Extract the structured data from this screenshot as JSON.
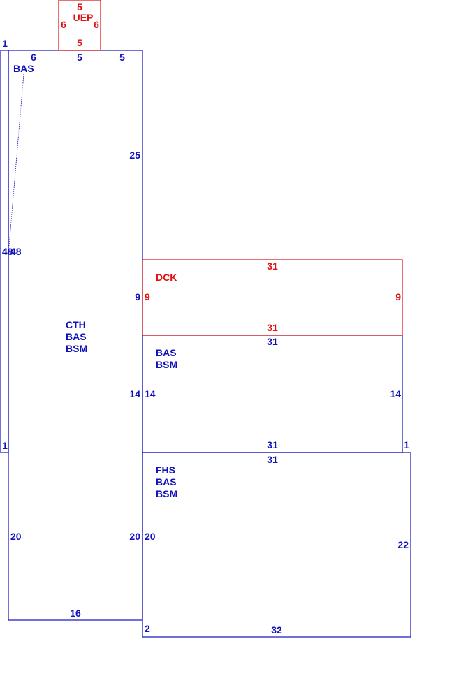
{
  "colors": {
    "main": "#1111bb",
    "accent": "#dd1111",
    "background": "#ffffff"
  },
  "areas": {
    "uep": {
      "code": "UEP",
      "top": "5",
      "bottom": "5",
      "left": "6",
      "right": "6"
    },
    "narrow_strip": {
      "top_left": "1",
      "mid_left": "48",
      "mid_right": "48",
      "bottom_left": "1"
    },
    "main_block": {
      "codes": [
        "CTH",
        "BAS",
        "BSM"
      ],
      "ext_label": "BAS",
      "top_left": "6",
      "top_mid": "5",
      "top_right": "5",
      "right_upper": "25",
      "right_dck": "9",
      "right_mid": "14",
      "right_lower": "20",
      "left_lower": "20",
      "bottom": "16"
    },
    "dck": {
      "code": "DCK",
      "top": "31",
      "bottom": "31",
      "left": "9",
      "right": "9"
    },
    "middle_room": {
      "codes": [
        "BAS",
        "BSM"
      ],
      "top": "31",
      "bottom": "31",
      "left": "14",
      "right": "14",
      "corner": "1"
    },
    "fhs": {
      "codes": [
        "FHS",
        "BAS",
        "BSM"
      ],
      "top": "31",
      "left": "20",
      "right": "22",
      "bottom": "32",
      "step": "2"
    }
  }
}
